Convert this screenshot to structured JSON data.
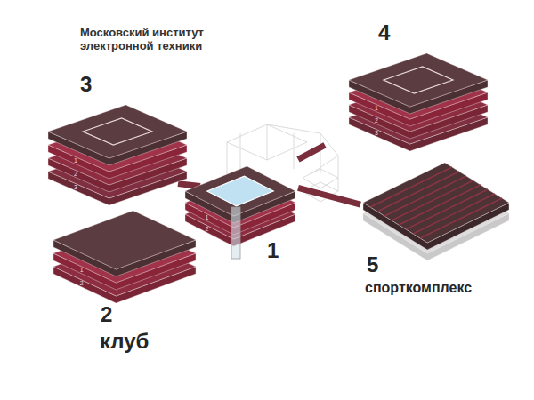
{
  "diagram": {
    "title": "Московский институт электронной техники",
    "nodes": [
      {
        "text": [
          "3"
        ]
      },
      {
        "text": [
          "4"
        ]
      },
      {
        "text": [
          "1"
        ]
      },
      {
        "text": [
          "2",
          "клуб"
        ]
      },
      {
        "text": [
          "5",
          "спорткомплекс"
        ]
      }
    ],
    "edges": [
      {
        "from": 0,
        "to": 2,
        "arrow": "none"
      },
      {
        "from": 3,
        "to": 2,
        "arrow": "none"
      },
      {
        "from": 2,
        "to": 4,
        "arrow": "none"
      },
      {
        "from": 2,
        "to": 1,
        "arrow": "none"
      }
    ],
    "labels": [
      "3",
      "2",
      "1",
      "3",
      "2",
      "1",
      "2",
      "1",
      "2",
      "1"
    ]
  }
}
